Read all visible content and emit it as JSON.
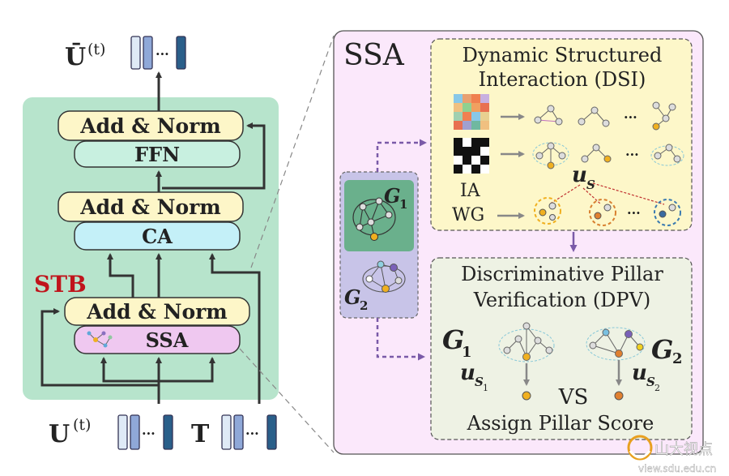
{
  "stb": {
    "output_label": "Ū",
    "output_sup": "(t)",
    "title": "STB",
    "add_norm_top": "Add & Norm",
    "ffn": "FFN",
    "add_norm_mid": "Add & Norm",
    "ca": "CA",
    "add_norm_bottom": "Add & Norm",
    "ssa": "SSA",
    "input_u": "U",
    "input_u_sup": "(t)",
    "input_t": "T"
  },
  "ssa_panel": {
    "title": "SSA",
    "g1": "G",
    "g1_sub": "1",
    "g2": "G",
    "g2_sub": "2"
  },
  "dsi": {
    "title_line1": "Dynamic Structured",
    "title_line2": "Interaction (DSI)",
    "ia": "IA",
    "wg": "WG",
    "us": "u",
    "us_sub": "S",
    "dots": "···"
  },
  "dpv": {
    "title_line1": "Discriminative Pillar",
    "title_line2": "Verification (DPV)",
    "g1": "G",
    "g1_sub": "1",
    "g2": "G",
    "g2_sub": "2",
    "us1": "u",
    "us1_sub": "S",
    "us1_subsub": "1",
    "us2": "u",
    "us2_sub": "S",
    "us2_subsub": "2",
    "vs": "VS",
    "score": "Assign Pillar Score"
  },
  "watermark": {
    "name": "山大视点",
    "url": "view.sdu.edu.cn"
  },
  "colors": {
    "stb_bg": "#b7e4cc",
    "add_norm": "#fdf6c8",
    "ffn": "#c8f0e0",
    "ca": "#c4f0f8",
    "ssa_box": "#efc8f0",
    "panel_bg": "#fbe8fb",
    "dsi_bg": "#fdf7c9",
    "dpv_bg": "#eef2e4",
    "stb_title": "#c0141c"
  }
}
